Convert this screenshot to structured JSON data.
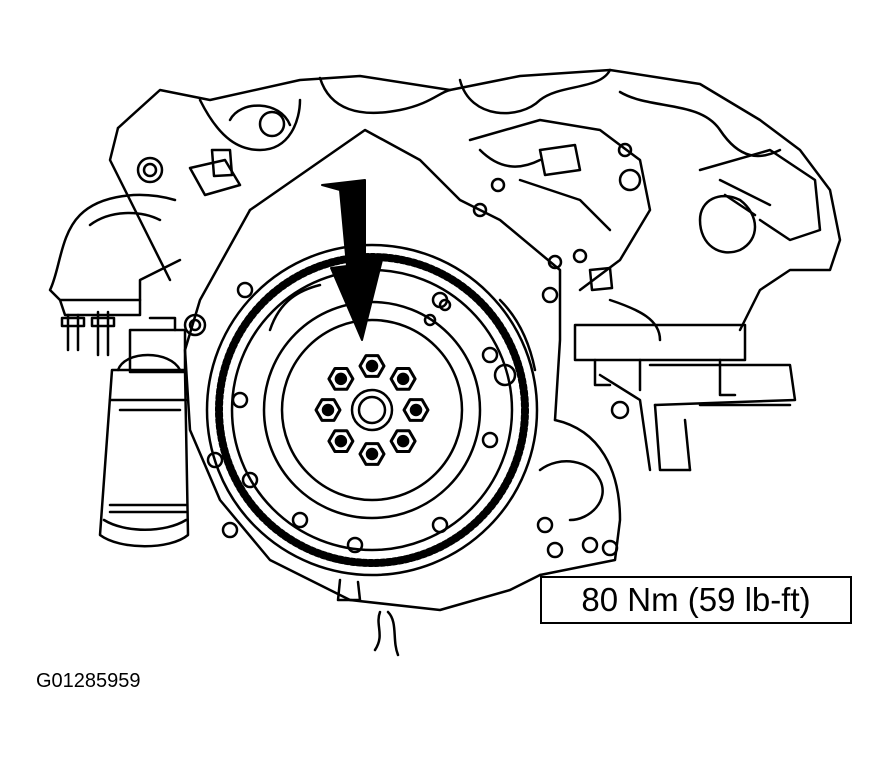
{
  "diagram": {
    "subject": "engine rear view with flexplate and mounting bolts",
    "pointer": "arrow-pointing-to-bolts",
    "torque_callout": "80 Nm (59 lb-ft)",
    "figure_id": "G01285959",
    "bolt_count": 8
  },
  "colors": {
    "line": "#000000",
    "background": "#ffffff"
  }
}
